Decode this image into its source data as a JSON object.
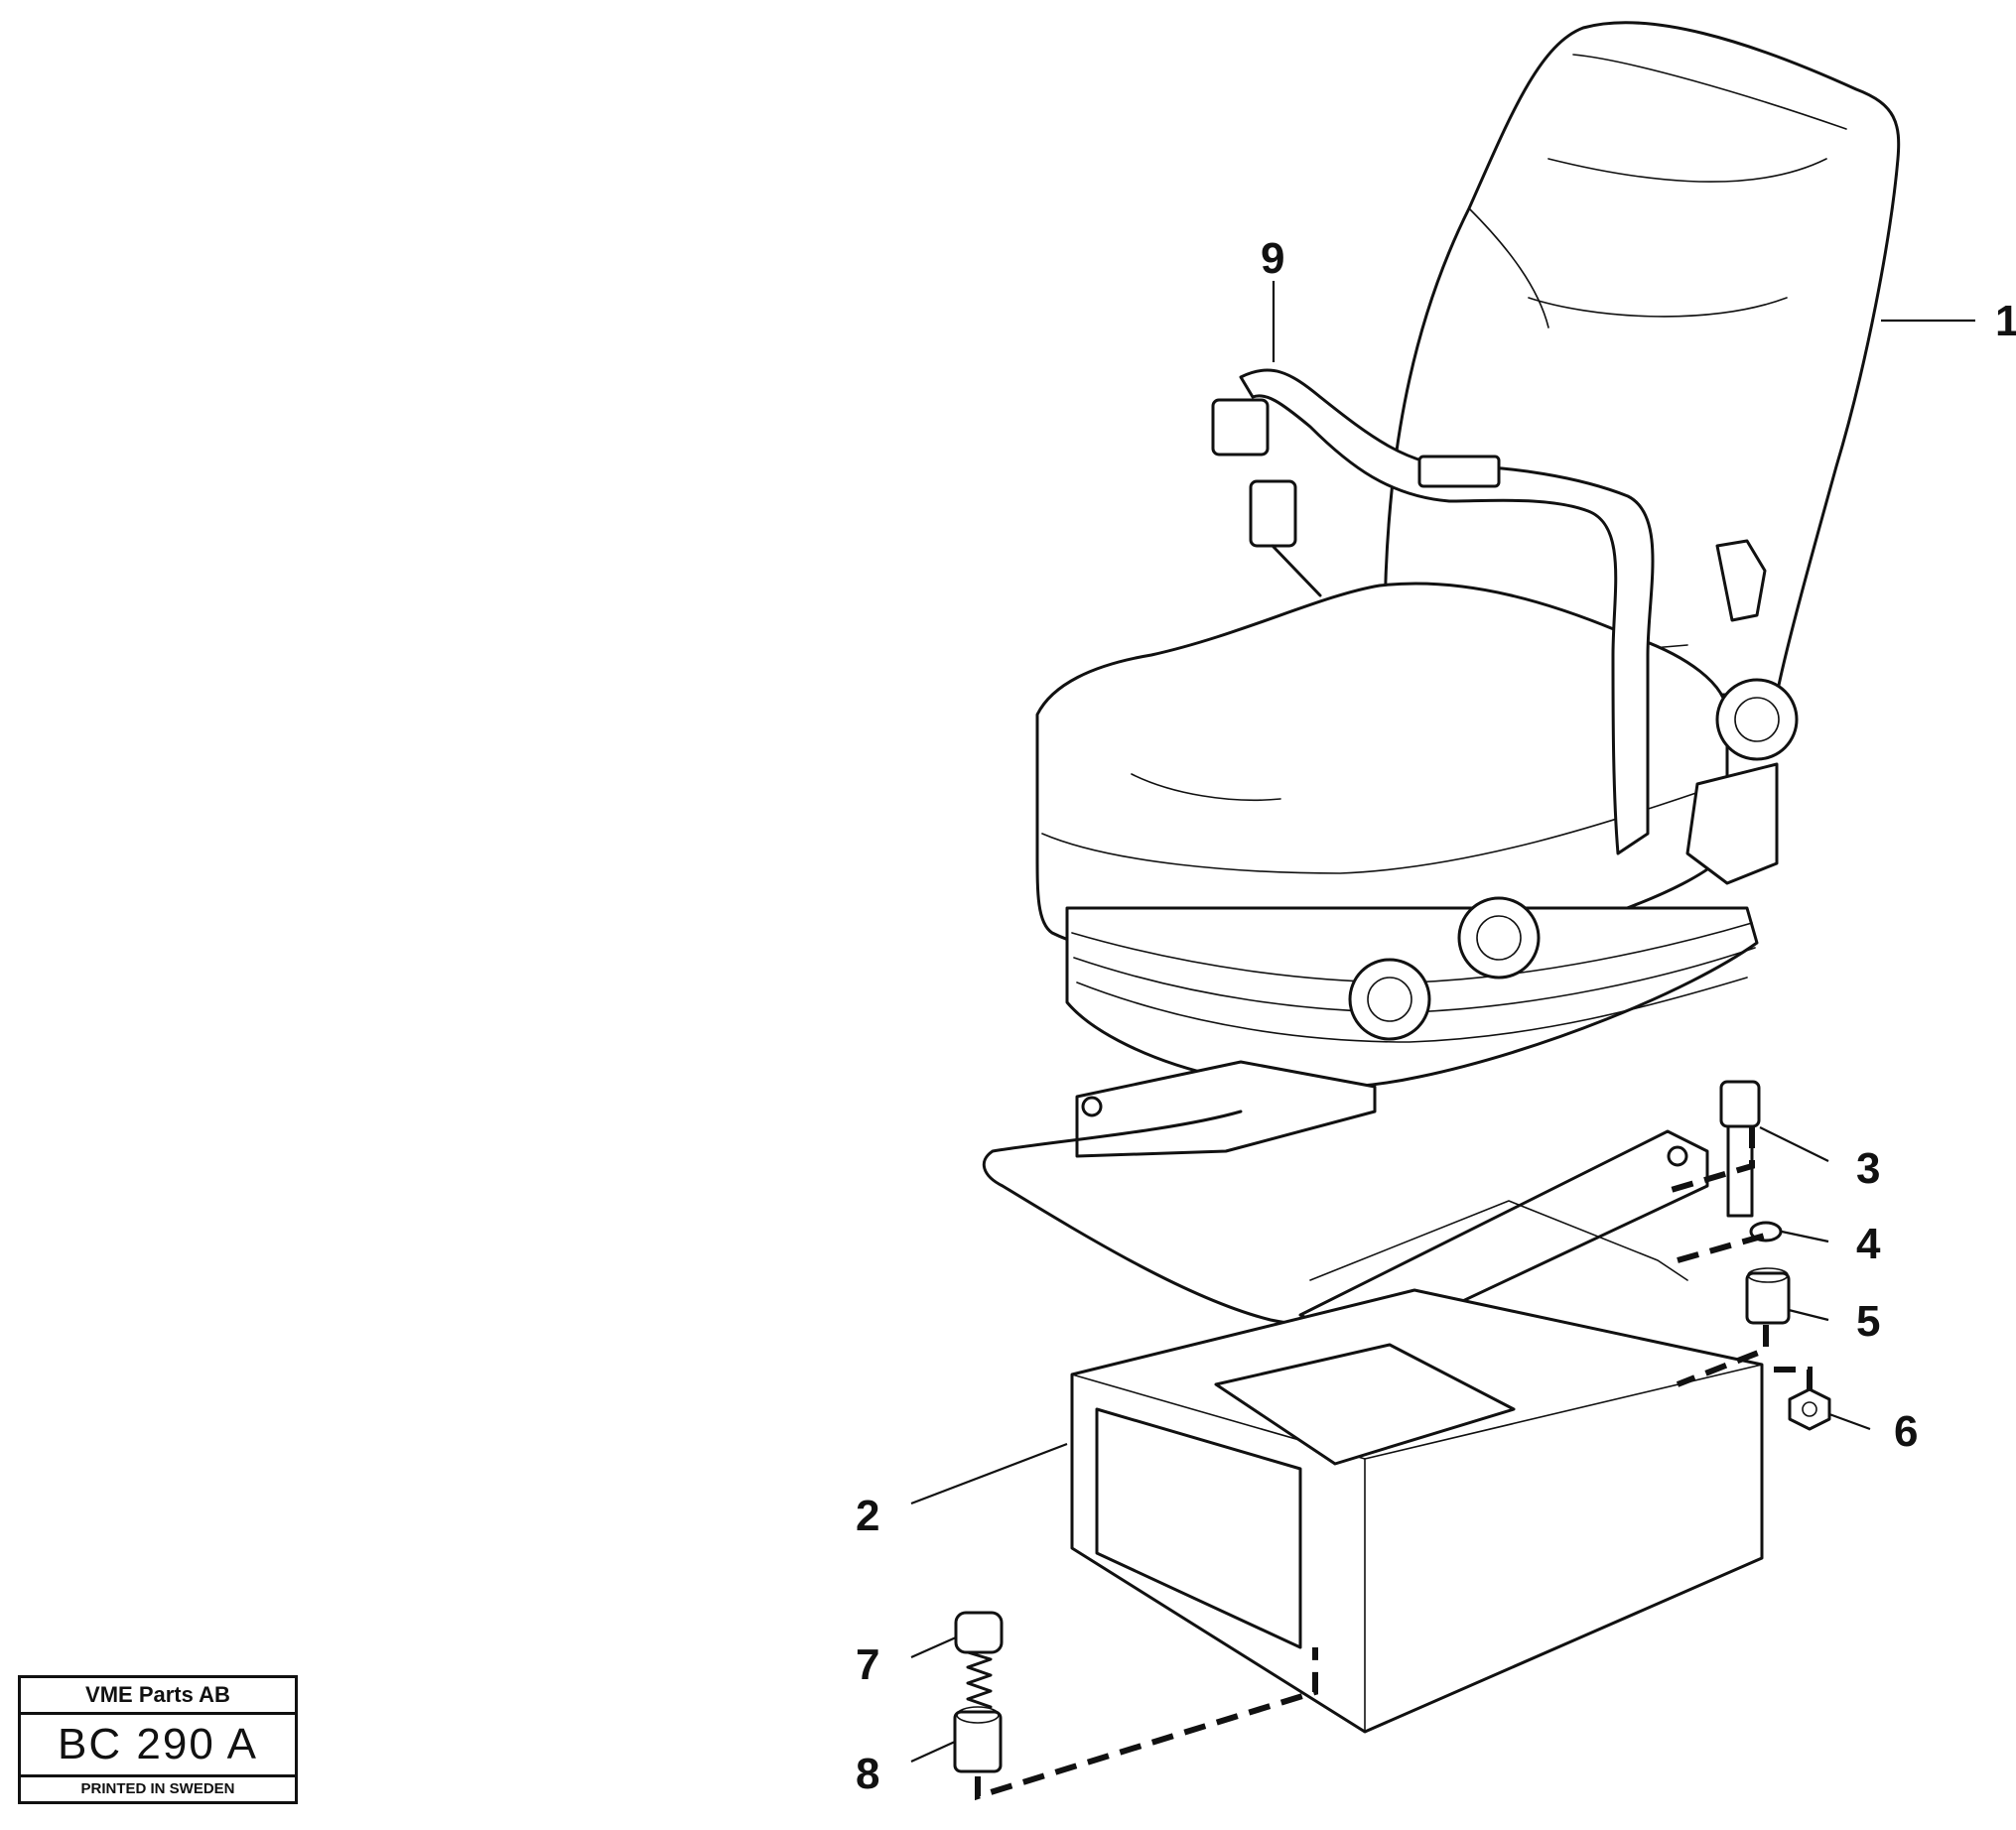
{
  "callouts": [
    {
      "id": "1",
      "text": "1"
    },
    {
      "id": "2",
      "text": "2"
    },
    {
      "id": "3",
      "text": "3"
    },
    {
      "id": "4",
      "text": "4"
    },
    {
      "id": "5",
      "text": "5"
    },
    {
      "id": "6",
      "text": "6"
    },
    {
      "id": "7",
      "text": "7"
    },
    {
      "id": "8",
      "text": "8"
    },
    {
      "id": "9",
      "text": "9"
    }
  ],
  "stamp": {
    "company": "VME Parts AB",
    "code": "BC 290 A",
    "printed": "PRINTED IN SWEDEN"
  }
}
